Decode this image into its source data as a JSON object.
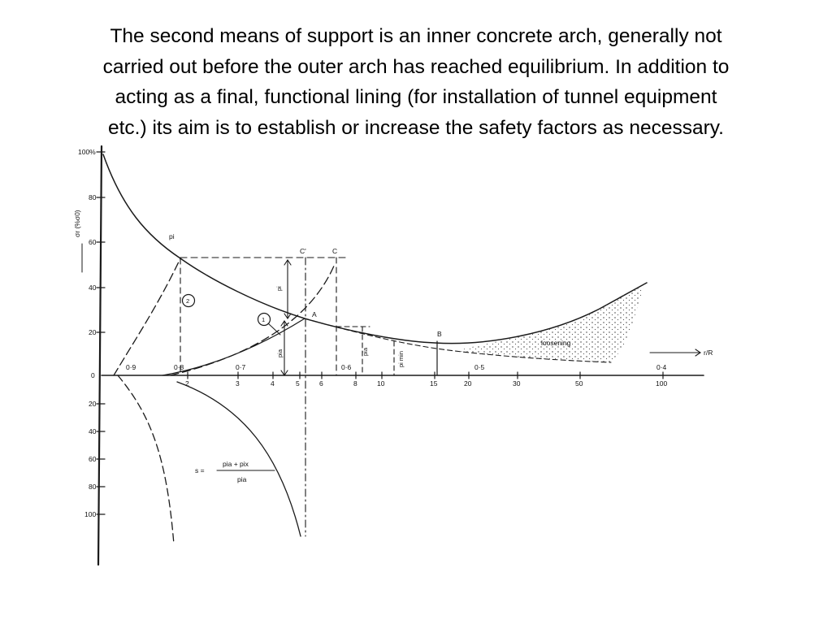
{
  "slide": {
    "lines": [
      "The second means of support is an inner concrete arch, generally not",
      "carried out before the outer arch has reached equilibrium. In addition to",
      "acting as a final, functional lining (for installation of tunnel equipment",
      "etc.) its aim is to establish or increase the safety factors as necessary."
    ]
  },
  "colors": {
    "ink": "#1a1a1a",
    "text": "#000000",
    "background": "#ffffff"
  },
  "diagram": {
    "y_label": "σr (%σ0)",
    "y_ticks_top": [
      "100%",
      "80",
      "60",
      "40",
      "20",
      "0"
    ],
    "y_ticks_bottom": [
      "20",
      "40",
      "60",
      "80",
      "100"
    ],
    "x_ticks": [
      "2",
      "3",
      "4",
      "5",
      "6",
      "8",
      "10",
      "15",
      "20",
      "30",
      "50",
      "100"
    ],
    "ratio_labels": [
      "0·9",
      "0·8",
      "0·7",
      "0·6",
      "0·5",
      "0·4"
    ],
    "x_axis_label": "r/R",
    "curve_label": "pi",
    "point_c_prime": "C'",
    "point_c": "C",
    "point_a": "A",
    "point_b": "B",
    "marker_1": "1",
    "marker_2": "2",
    "loosening": "loosening",
    "pi_label": "pi",
    "pia_label": "pia",
    "pimin_label": "pi min",
    "safety_s": "s =",
    "safety_numerator": "pia + pix",
    "safety_denominator": "pia"
  }
}
